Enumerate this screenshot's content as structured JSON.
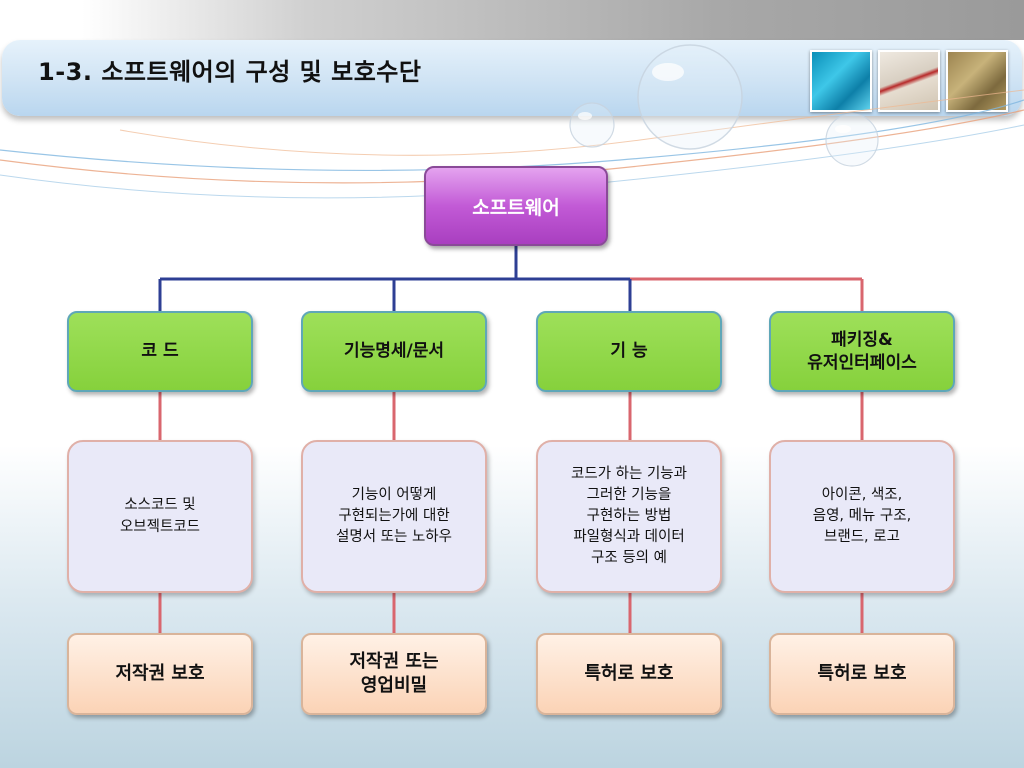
{
  "title": "1-3. 소프트웨어의 구성 및 보호수단",
  "root": "소프트웨어",
  "columns": [
    {
      "category": "코  드",
      "description": "소스코드 및\n오브젝트코드",
      "protection": "저작권 보호"
    },
    {
      "category": "기능명세/문서",
      "description": "기능이 어떻게\n구현되는가에 대한\n설명서 또는 노하우",
      "protection": "저작권 또는\n영업비밀"
    },
    {
      "category": "기  능",
      "description": "코드가 하는 기능과\n그러한 기능을\n구현하는 방법\n파일형식과 데이터\n구조 등의 예",
      "protection": "특허로 보호"
    },
    {
      "category": "패키징&\n유저인터페이스",
      "description": "아이콘, 색조,\n음영, 메뉴 구조,\n브랜드, 로고",
      "protection": "특허로 보호"
    }
  ],
  "colors": {
    "root_fill": "#c25ad6",
    "category_fill": "#86d13c",
    "description_fill": "#e9e9f8",
    "protection_fill": "#fbd3b6",
    "connector_blue": "#2e3f94",
    "connector_red": "#d9666e"
  }
}
